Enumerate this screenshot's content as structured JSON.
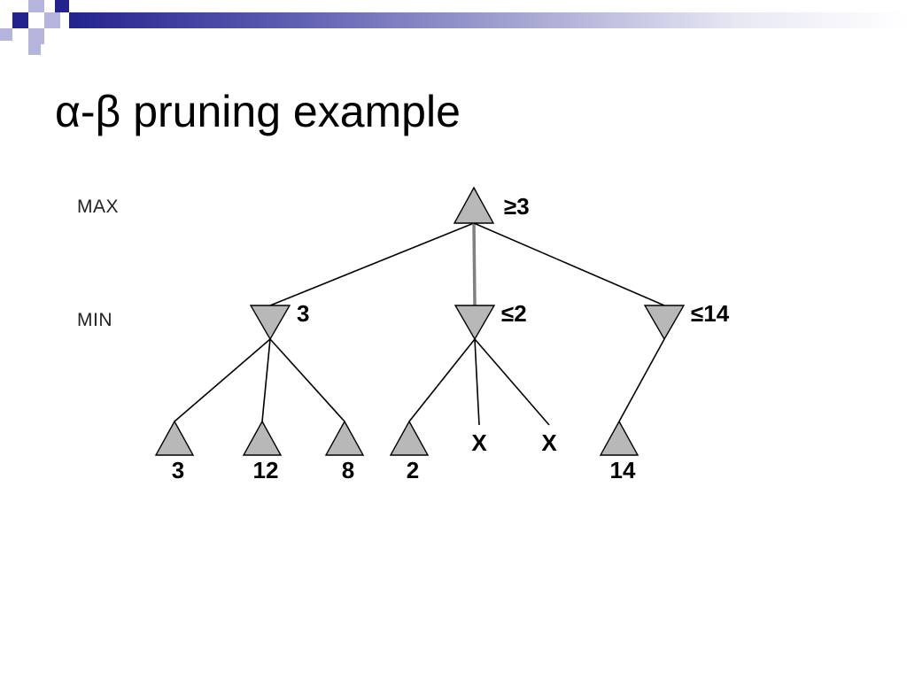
{
  "slide": {
    "title": "α-β pruning example"
  },
  "colors": {
    "header_dark": "#23238e",
    "header_light": "#b4b4dc",
    "node_fill": "#b8b8b8",
    "edge": "#000000",
    "pruned_edge": "#808080"
  },
  "tree": {
    "levels": [
      {
        "label": "MAX"
      },
      {
        "label": "MIN"
      }
    ],
    "root": {
      "type": "max",
      "label": "≥3"
    },
    "min_nodes": [
      {
        "label": "3",
        "children": [
          {
            "kind": "leaf",
            "label": "3"
          },
          {
            "kind": "leaf",
            "label": "12"
          },
          {
            "kind": "leaf",
            "label": "8"
          }
        ]
      },
      {
        "label": "≤2",
        "children": [
          {
            "kind": "leaf",
            "label": "2"
          },
          {
            "kind": "pruned",
            "label": "X"
          },
          {
            "kind": "pruned",
            "label": "X"
          }
        ]
      },
      {
        "label": "≤14",
        "children": [
          {
            "kind": "leaf",
            "label": "14"
          }
        ]
      }
    ]
  }
}
